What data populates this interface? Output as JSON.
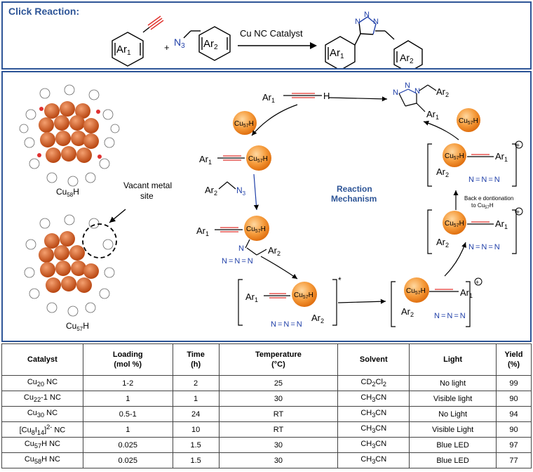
{
  "header": {
    "title": "Click  Reaction:",
    "catalyst_label": "Cu NC Catalyst",
    "plus": "+",
    "ar1": "Ar",
    "ar1_sub": "1",
    "ar2": "Ar",
    "ar2_sub": "2",
    "n3": "N",
    "n3_sub": "3"
  },
  "clusters": {
    "cu58_label": "Cu",
    "cu58_sub": "58",
    "cu58_h": "H",
    "cu57_label": "Cu",
    "cu57_sub": "57",
    "cu57_h": "H",
    "vacant_line1": "Vacant metal",
    "vacant_line2": "site"
  },
  "mechanism": {
    "title_line1": "Reaction",
    "title_line2": "Mechanism",
    "cu": "Cu",
    "cu_sub": "57",
    "cu_h": "H",
    "ar": "Ar",
    "sub1": "1",
    "sub2": "2",
    "n": "N",
    "n3_sub": "3",
    "plus": "+",
    "minus": "−",
    "star": "*",
    "oplus": "+",
    "back_line1": "Back e dontionation",
    "back_line2": "to Cu",
    "back_sub": "57",
    "back_h": "H"
  },
  "table": {
    "headers": [
      {
        "l1": "Catalyst",
        "l2": ""
      },
      {
        "l1": "Loading",
        "l2": "(mol %)"
      },
      {
        "l1": "Time",
        "l2": "(h)"
      },
      {
        "l1": "Temperature",
        "l2": "(°C)"
      },
      {
        "l1": "Solvent",
        "l2": ""
      },
      {
        "l1": "Light",
        "l2": ""
      },
      {
        "l1": "Yield",
        "l2": "(%)"
      }
    ],
    "rows": [
      {
        "c_pre": "Cu",
        "c_sub": "20",
        "c_post": " NC",
        "loading": "1-2",
        "time": "2",
        "temp": "25",
        "s_pre": "CD",
        "s_sub1": "2",
        "s_mid": "Cl",
        "s_sub2": "2",
        "light": "No light",
        "yield": "99"
      },
      {
        "c_pre": "Cu",
        "c_sub": "22",
        "c_post": "-1 NC",
        "loading": "1",
        "time": "1",
        "temp": "30",
        "s_pre": "CH",
        "s_sub1": "3",
        "s_mid": "CN",
        "s_sub2": "",
        "light": "Visible light",
        "yield": "90"
      },
      {
        "c_pre": "Cu",
        "c_sub": "30",
        "c_post": " NC",
        "loading": "0.5-1",
        "time": "24",
        "temp": "RT",
        "s_pre": "CH",
        "s_sub1": "3",
        "s_mid": "CN",
        "s_sub2": "",
        "light": "No Light",
        "yield": "94"
      },
      {
        "c_pre": "[Cu",
        "c_sub": "8",
        "c_post": "I",
        "c_sub2": "14",
        "c_post2": "]",
        "c_sup": "2-",
        "c_post3": " NC",
        "loading": "1",
        "time": "10",
        "temp": "RT",
        "s_pre": "CH",
        "s_sub1": "3",
        "s_mid": "CN",
        "s_sub2": "",
        "light": "Visible Light",
        "yield": "90"
      },
      {
        "c_pre": "Cu",
        "c_sub": "57",
        "c_post": "H NC",
        "loading": "0.025",
        "time": "1.5",
        "temp": "30",
        "s_pre": "CH",
        "s_sub1": "3",
        "s_mid": "CN",
        "s_sub2": "",
        "light": "Blue LED",
        "yield": "97"
      },
      {
        "c_pre": "Cu",
        "c_sub": "58",
        "c_post": "H NC",
        "loading": "0.025",
        "time": "1.5",
        "temp": "30",
        "s_pre": "CH",
        "s_sub1": "3",
        "s_mid": "CN",
        "s_sub2": "",
        "light": "Blue LED",
        "yield": "77"
      }
    ]
  }
}
